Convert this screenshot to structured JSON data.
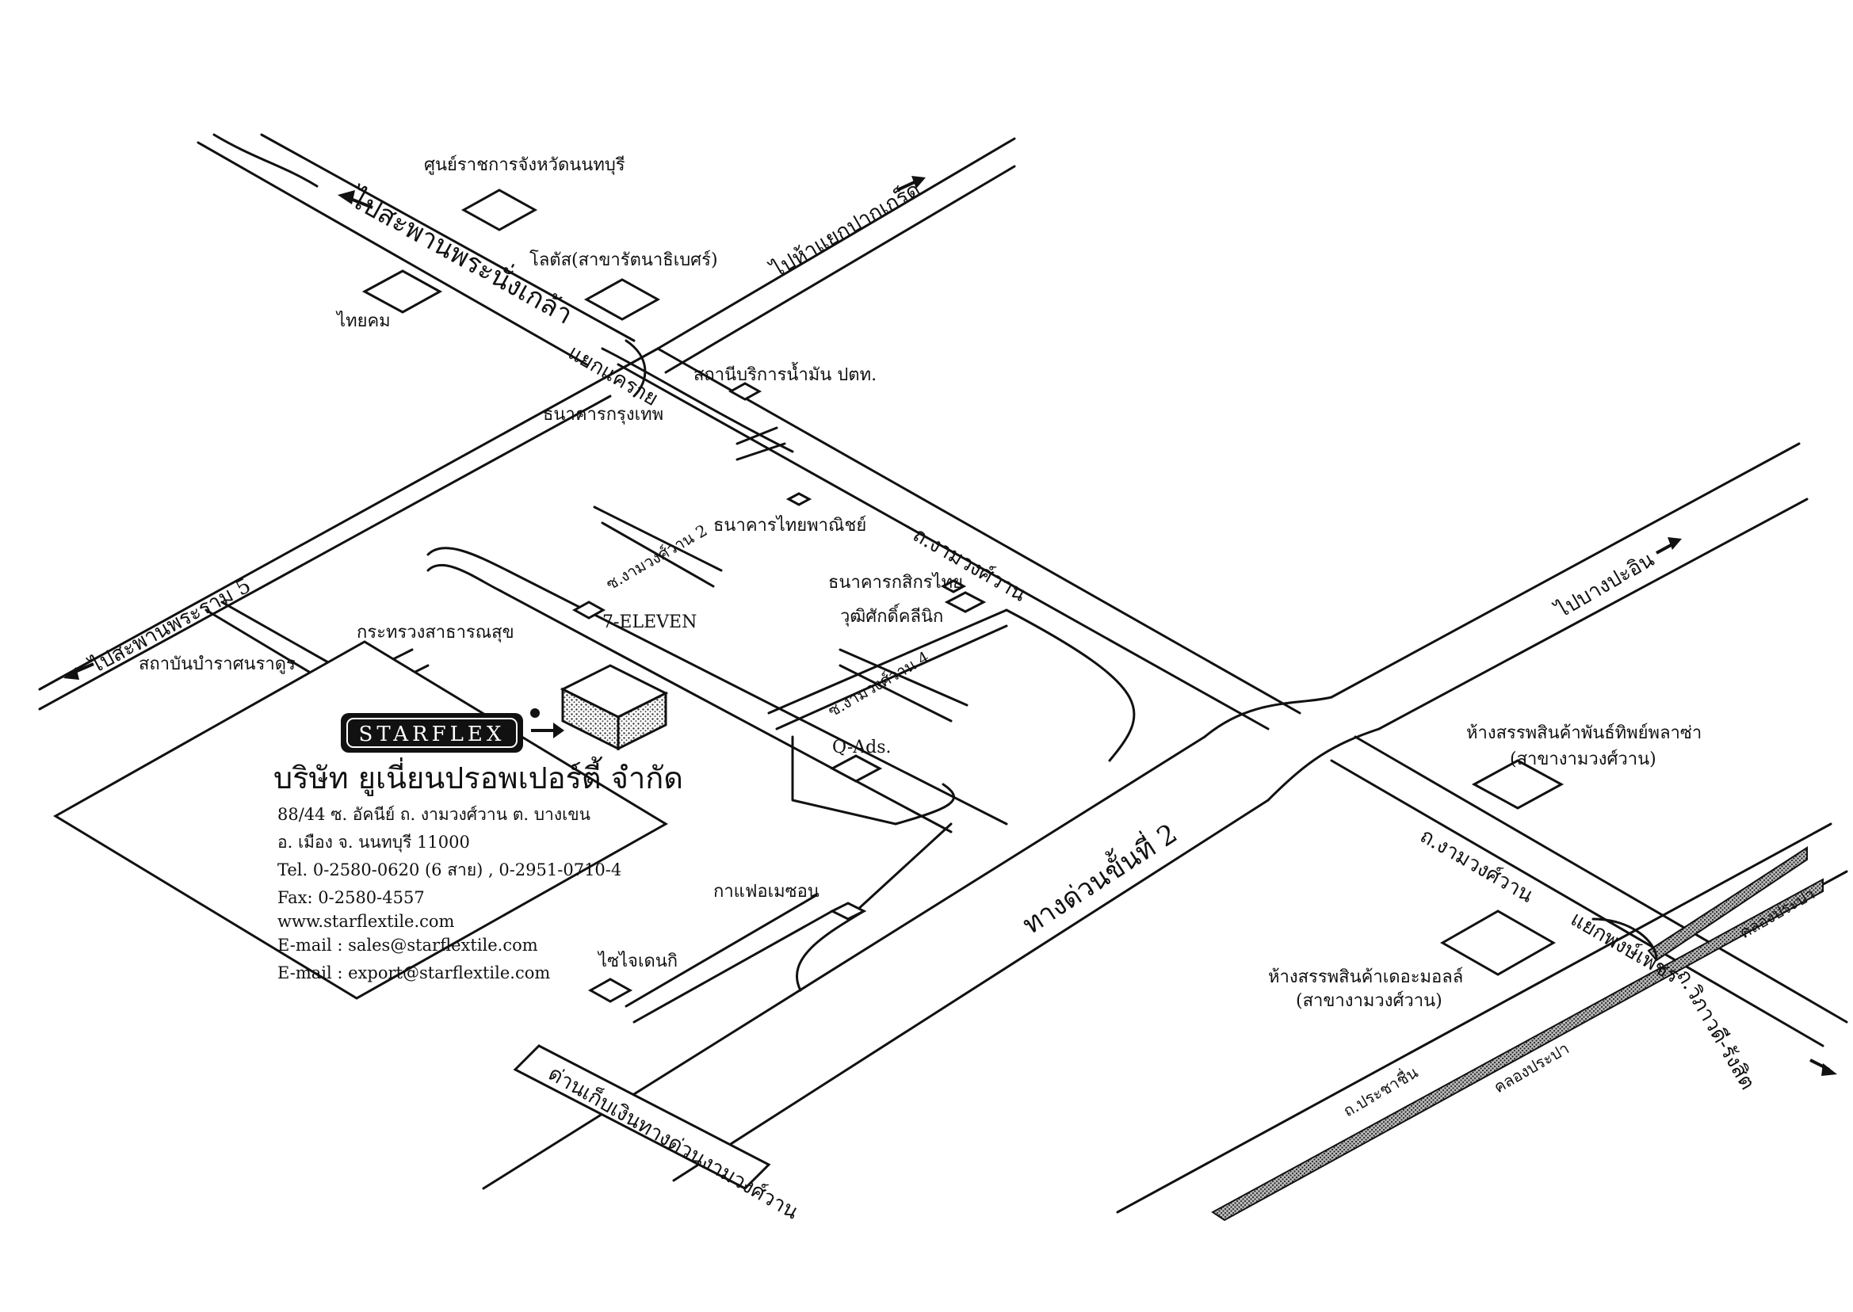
{
  "roads": {
    "pin_klao": "ไปสะพานพระนั่งเกล้า",
    "pak_kret": "ไปห้าแยกปากเกร็ด",
    "rama5": "ไปสะพานพระราม 5",
    "bang_pa_in": "ไปบางปะอิน",
    "ngamwongwan_upper": "ถ.งามวงศ์วาน",
    "ngamwongwan_lower": "ถ.งามวงศ์วาน",
    "soi2": "ซ.งามวงศ์วาน 2",
    "soi4": "ซ.งามวงศ์วาน 4",
    "expressway": "ทางด่วนขั้นที่ 2",
    "toll": "ด่านเก็บเงินทางด่วนงามวงศ์วาน",
    "vibhavadi": "ถ.วิภาวดี-รังสิต",
    "prachachuen": "ถ.ประชาชื่น",
    "khlong_prapa_1": "คลองประปา",
    "khlong_prapa_2": "คลองประปา"
  },
  "junctions": {
    "khae_rai": "แยกแคราย",
    "kaset": "แยกพงษ์เพชร"
  },
  "landmarks": {
    "provincial_hall": "ศูนย์ราชการจังหวัดนนทบุรี",
    "lotus": "โลตัส(สาขารัตนาธิเบศร์)",
    "thaikom": "ไทยคม",
    "ptt": "สถานีบริการน้ำมัน ปตท.",
    "bangkok_bank": "ธนาคารกรุงเทพ",
    "scb": "ธนาคารไทยพาณิชย์",
    "kbank": "ธนาคารกสิกรไทย",
    "clinic": "วุฒิศักดิ์คลีนิก",
    "seven": "7-ELEVEN",
    "moph": "กระทรวงสาธารณสุข",
    "rajanukul": "สถาบันบำราศนราดูร",
    "qads": "Q-Ads.",
    "cafe": "กาแฟอเมซอน",
    "daikin": "ไซไจเดนกิ",
    "tips_plaza": "ห้างสรรพสินค้าพันธ์ทิพย์พลาซ่า",
    "tips_branch": "(สาขางามวงศ์วาน)",
    "mall": "ห้างสรรพสินค้าเดอะมอลล์",
    "mall_branch": "(สาขางามวงศ์วาน)"
  },
  "company": {
    "logo_text": "STARFLEX",
    "name": "บริษัท ยูเนี่ยนปรอพเปอร์ตี้ จำกัด",
    "address1": "88/44  ซ. อัคนีย์  ถ. งามวงศ์วาน  ต. บางเขน",
    "address2": "อ. เมือง  จ. นนทบุรี  11000",
    "tel": "Tel. 0-2580-0620 (6 สาย) , 0-2951-0710-4",
    "fax": "Fax: 0-2580-4557",
    "web": "www.starflextile.com",
    "email1": "E-mail : sales@starflextile.com",
    "email2": "E-mail : export@starflextile.com"
  },
  "colors": {
    "ink": "#111111",
    "paper": "#ffffff",
    "hatch": "#555555"
  }
}
